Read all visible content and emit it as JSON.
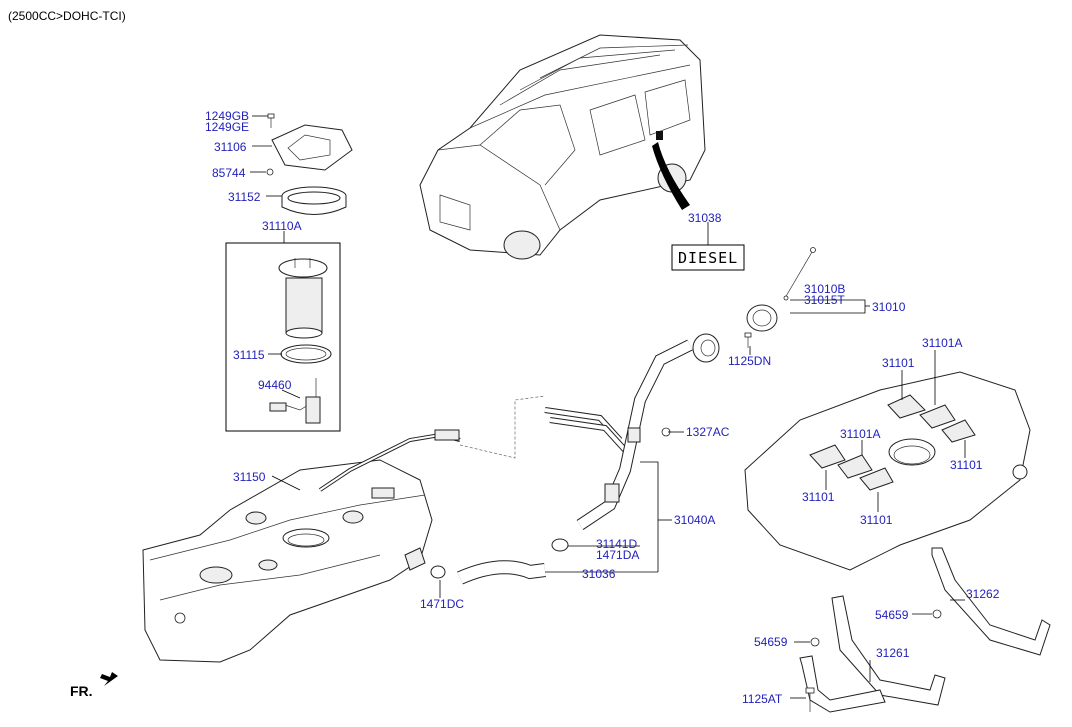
{
  "header": {
    "engine_spec": "(2500CC>DOHC-TCI)"
  },
  "direction_marker": {
    "label": "FR."
  },
  "diesel_label": {
    "text": "DIESEL"
  },
  "parts": [
    {
      "id": "p1249GB",
      "code": "1249GB"
    },
    {
      "id": "p1249GE",
      "code": "1249GE"
    },
    {
      "id": "p31106",
      "code": "31106"
    },
    {
      "id": "p85744",
      "code": "85744"
    },
    {
      "id": "p31152",
      "code": "31152"
    },
    {
      "id": "p31110A",
      "code": "31110A"
    },
    {
      "id": "p31115",
      "code": "31115"
    },
    {
      "id": "p94460",
      "code": "94460"
    },
    {
      "id": "p31150",
      "code": "31150"
    },
    {
      "id": "p31038",
      "code": "31038"
    },
    {
      "id": "p31010B",
      "code": "31010B"
    },
    {
      "id": "p31015T",
      "code": "31015T"
    },
    {
      "id": "p31010",
      "code": "31010"
    },
    {
      "id": "p1125DN",
      "code": "1125DN"
    },
    {
      "id": "p1327AC",
      "code": "1327AC"
    },
    {
      "id": "p31040A",
      "code": "31040A"
    },
    {
      "id": "p31141D",
      "code": "31141D"
    },
    {
      "id": "p1471DA",
      "code": "1471DA"
    },
    {
      "id": "p31036",
      "code": "31036"
    },
    {
      "id": "p1471DC",
      "code": "1471DC"
    },
    {
      "id": "p31101A_top",
      "code": "31101A"
    },
    {
      "id": "p31101_tl",
      "code": "31101"
    },
    {
      "id": "p31101A_mid",
      "code": "31101A"
    },
    {
      "id": "p31101_r",
      "code": "31101"
    },
    {
      "id": "p31101_bl",
      "code": "31101"
    },
    {
      "id": "p31101_br",
      "code": "31101"
    },
    {
      "id": "p31262",
      "code": "31262"
    },
    {
      "id": "p54659_r",
      "code": "54659"
    },
    {
      "id": "p54659_l",
      "code": "54659"
    },
    {
      "id": "p31261",
      "code": "31261"
    },
    {
      "id": "p1125AT",
      "code": "1125AT"
    }
  ]
}
